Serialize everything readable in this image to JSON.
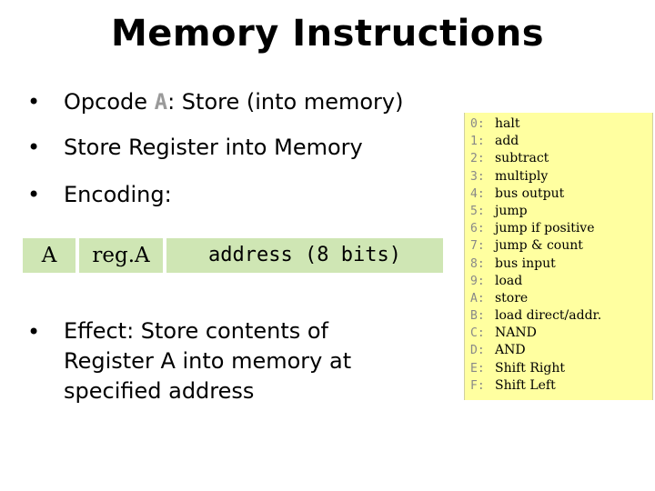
{
  "title": "Memory Instructions",
  "bullets": {
    "b1_prefix": "Opcode ",
    "b1_code": "A",
    "b1_suffix": ": Store (into memory)",
    "b2": "Store Register into Memory",
    "b3": "Encoding:",
    "b4": "Effect: Store contents of Register A into memory at specified address"
  },
  "bullet_glyph": "•",
  "encoding": {
    "field1": "A",
    "field2": "reg.A",
    "field3": "address (8 bits)"
  },
  "opcodes": [
    {
      "code": "0:",
      "name": "halt"
    },
    {
      "code": "1:",
      "name": "add"
    },
    {
      "code": "2:",
      "name": "subtract"
    },
    {
      "code": "3:",
      "name": "multiply"
    },
    {
      "code": "4:",
      "name": "bus output"
    },
    {
      "code": "5:",
      "name": "jump"
    },
    {
      "code": "6:",
      "name": "jump if positive"
    },
    {
      "code": "7:",
      "name": "jump & count"
    },
    {
      "code": "8:",
      "name": "bus input"
    },
    {
      "code": "9:",
      "name": "load"
    },
    {
      "code": "A:",
      "name": "store"
    },
    {
      "code": "B:",
      "name": "load direct/addr."
    },
    {
      "code": "C:",
      "name": "NAND"
    },
    {
      "code": "D:",
      "name": "AND"
    },
    {
      "code": "E:",
      "name": "Shift Right"
    },
    {
      "code": "F:",
      "name": "Shift Left"
    }
  ],
  "colors": {
    "encoding_bg": "#cfe6b4",
    "opcode_panel_bg": "#ffffa0",
    "opcode_code_text": "#888888"
  }
}
